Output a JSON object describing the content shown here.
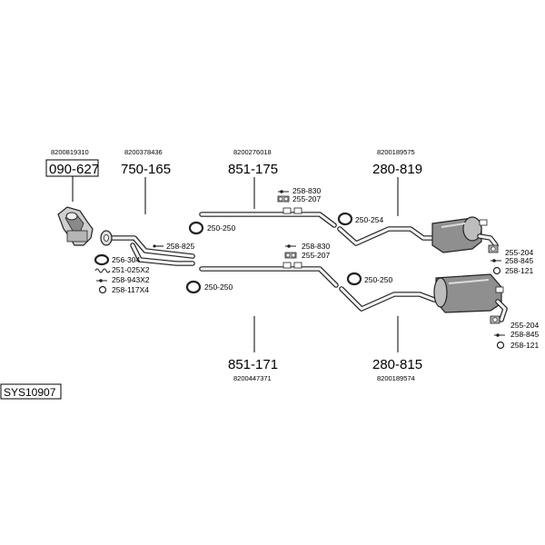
{
  "system_code": "SYS10907",
  "catalytic": {
    "oem": "8200819310",
    "code": "090-627"
  },
  "front_pipe": {
    "oem": "8200378436",
    "code": "750-165"
  },
  "mid_upper": {
    "oem": "8200276018",
    "code": "851-175"
  },
  "mid_lower": {
    "oem": "8200447371",
    "code": "851-171"
  },
  "rear_upper": {
    "oem": "8200189575",
    "code": "280-819"
  },
  "rear_lower": {
    "oem": "8200189574",
    "code": "280-815"
  },
  "front_accessories": {
    "a1": "258-825",
    "a2": "256-304",
    "a3": "251-025X2",
    "a4": "258-943X2",
    "a5": "258-117X4"
  },
  "upper_accessories": {
    "bolt": "258-830",
    "clamp": "255-207",
    "ring_left": "250-250",
    "ring_right": "250-254"
  },
  "lower_accessories": {
    "bolt": "258-830",
    "clamp": "255-207",
    "ring_left": "250-250",
    "ring_right": "250-250"
  },
  "rear_upper_accessories": {
    "hanger": "255-204",
    "bolt": "258-845",
    "ring": "258-121"
  },
  "rear_lower_accessories": {
    "hanger": "255-204",
    "bolt": "258-845",
    "ring": "258-121"
  }
}
